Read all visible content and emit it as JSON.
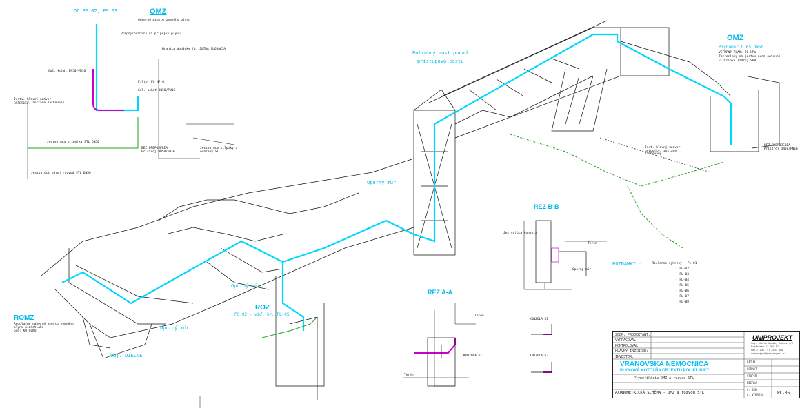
{
  "omz_left": {
    "header": "DO PS 02, PS 03",
    "title": "OMZ",
    "subtitle": "Odberné miesto zemného plynu",
    "labels": [
      "Prepoj/hranica na prípojku plynu",
      "Hranica dodávky fy. JUTRA SLOVAKIA",
      "Filter FG NP 6",
      "Guľ. kohút DN50/PN16",
      "Guľ. kohút DN50/PN16",
      "Jestv. hlavný uzáver prípojky, zostane zachovaný",
      "Jestvujúca prípojka STL DN50",
      "BEZ PREPOJENIA Prístroj DN50/PN16",
      "Jestvujúce stĺpiky a ochrany ST",
      "Jestvujúci zdroj rozvod STL DN50"
    ]
  },
  "omz_right": {
    "title": "OMZ",
    "subtitle": "Plynomer G 65 DN50",
    "notes": [
      "VSTUPNÝ TLAK: 90 kPa",
      "Zakreslený na jestvujúcom potrubí",
      "v skrinke (zdroj SPP)"
    ],
    "label1": "Jest. hlavný uzáver prípojky, zostane zachovaný",
    "label2": "BEZ PREPOJENIA Prístroj DN50/PN16"
  },
  "bridge_label": [
    "Potrubný most ponad",
    "prístupovú cestu"
  ],
  "wall_labels": [
    "Oporný múr",
    "Oporný múr",
    "Oporný múr"
  ],
  "romz": {
    "title": "ROMZ",
    "sub": [
      "Regulačné odberné miesto zemného",
      "plynu nízkotlaké",
      "pre: KOTOLŇU"
    ]
  },
  "roz": {
    "title": "ROZ",
    "sub": "PS 02 - viď. kr. PL-05"
  },
  "obj": "Obj. DIELNE",
  "rez_bb": {
    "title": "REZ B-B",
    "labels": [
      "Jestvujúca konzola",
      "Terén",
      "Oporný múr"
    ]
  },
  "rez_aa": {
    "title": "REZ A-A",
    "labels": [
      "Terén",
      "KONZOLA K1",
      "Terén"
    ]
  },
  "konzoly": [
    "KONZOLA K1",
    "KONZOLA K2"
  ],
  "poznamky": {
    "title": "POZNÁMKY :",
    "items": [
      "- Riešenie výkresy - PL-01",
      "- PL-02",
      "- PL-03",
      "- PL-04",
      "- PL-05",
      "- PL-06",
      "- PL-07",
      "- PL-08"
    ]
  },
  "titleblock": {
    "rows": [
      "ZODP. PROJEKTANT:",
      "VYPRACOVAL:",
      "KONTROLOVAL:",
      "HLAVNÝ INŽINIER:",
      "INVESTOR:"
    ],
    "firm": "UNIPROJEKT",
    "firm_sub": [
      "Ing. Štefan Koník, Vranov n/T.",
      "Prešovská 1, 093 01",
      "tel.: +421 57 4431 500",
      "uniprojekt@uniprojekt.sk"
    ],
    "project": "VRANOVSKÁ NEMOCNICA",
    "project_sub": "PLYNOVÁ KOTOLŇA OBJEKTU POLIKLINIKY",
    "part": "Plynofikácia OMZ a rozvod STL",
    "drawing": "AXONOMETRICKÁ SCHÉMA - OMZ a rozvod STL",
    "number": "PL-06",
    "meta": [
      "DÁTUM",
      "FORMÁT",
      "STUPEŇ",
      "MIERKA",
      "Č. ZÁK",
      "Č. VÝKRESU"
    ]
  },
  "colors": {
    "pipe": "#00d7ff",
    "green": "#20a020",
    "magenta": "#cc00cc",
    "line": "#111111",
    "accent": "#00c0f0"
  }
}
